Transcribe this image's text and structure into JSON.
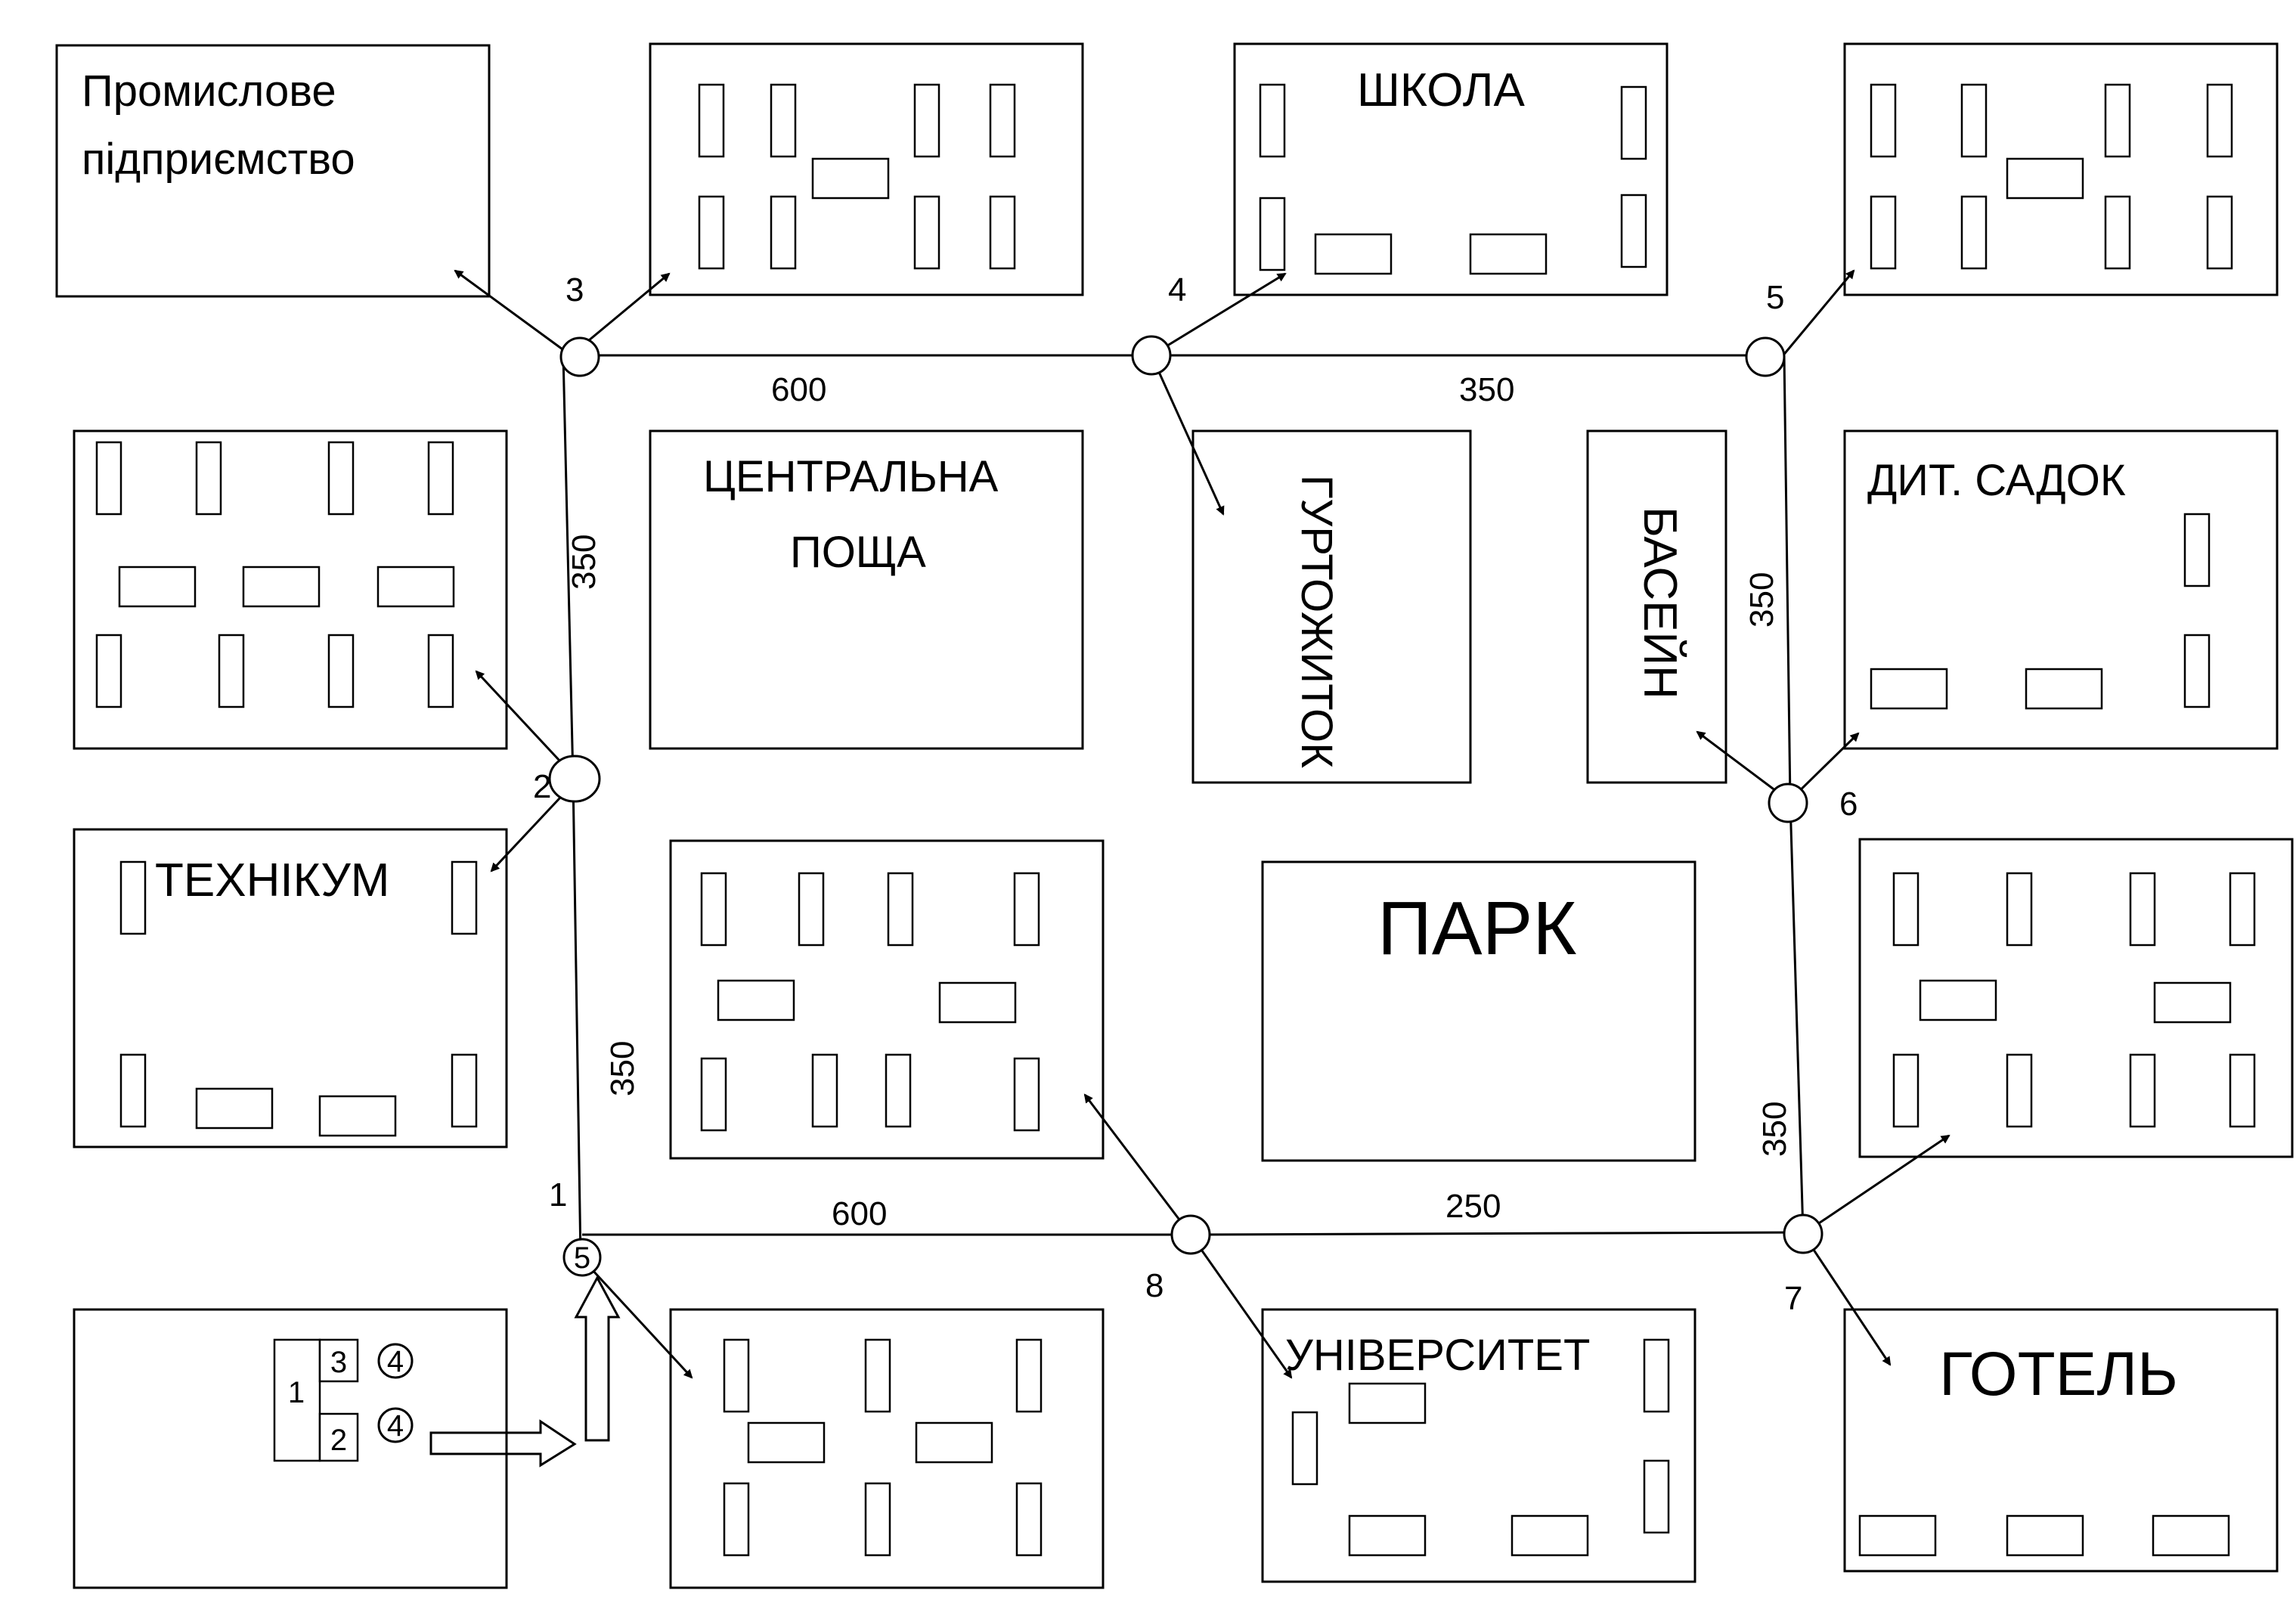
{
  "labels": {
    "industrial_line1": "Промислове",
    "industrial_line2": "підприємство",
    "school": "ШКОЛА",
    "central_square_line1": "ЦЕНТРАЛЬНА",
    "central_square_line2": "ПОЩА",
    "dormitory": "ГУРТОЖИТОК",
    "pool": "БАСЕЙН",
    "kindergarten": "ДИТ. САДОК",
    "technical_school": "ТЕХНІКУМ",
    "park": "ПАРК",
    "university": "УНІВЕРСИТЕТ",
    "hotel": "ГОТЕЛЬ"
  },
  "nodes": [
    "1",
    "2",
    "3",
    "4",
    "5",
    "6",
    "7",
    "8"
  ],
  "distances": {
    "top_left": "600",
    "top_right": "350",
    "left_upper": "350",
    "left_lower": "350",
    "right_upper": "350",
    "right_lower": "350",
    "bottom_left": "600",
    "bottom_right": "250"
  },
  "depot": {
    "main": "1",
    "unit_top": "3",
    "unit_bottom": "2",
    "marker_top": "4",
    "marker_bottom": "4",
    "node_marker": "5"
  }
}
